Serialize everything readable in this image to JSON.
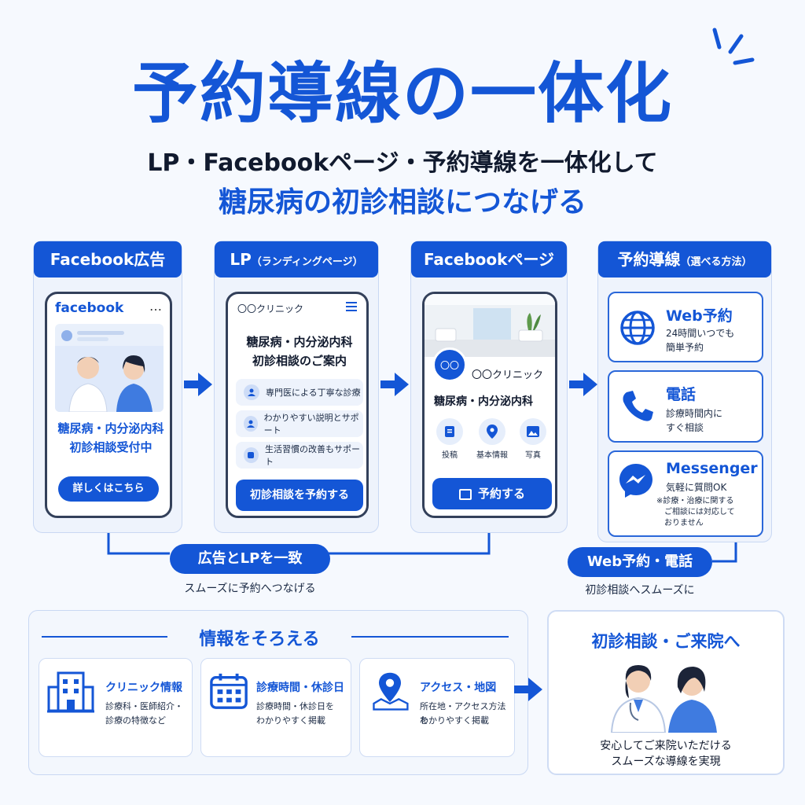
{
  "title": "予約導線の一体化",
  "subtitle_line1": "LP・Facebookページ・予約導線を一体化して",
  "subtitle_line2": "糖尿病の初診相談につなげる",
  "col1": {
    "header": "Facebook広告",
    "logo": "facebook",
    "menu": "…",
    "ad_text1": "糖尿病・内分泌内科",
    "ad_text2": "初診相談受付中",
    "button": "詳しくはこちら"
  },
  "col2": {
    "header": "LP",
    "header_small": "（ランディングページ）",
    "clinic": "〇〇クリニック",
    "heading1": "糖尿病・内分泌内科",
    "heading2": "初診相談のご案内",
    "items": [
      "専門医による丁寧な診療",
      "わかりやすい説明とサポート",
      "生活習慣の改善もサポート"
    ],
    "button": "初診相談を予約する"
  },
  "col3": {
    "header": "Facebookページ",
    "avatar": "〇〇",
    "clinic": "〇〇クリニック",
    "specialty": "糖尿病・内分泌内科",
    "tabs": [
      "投稿",
      "基本情報",
      "写真"
    ],
    "button": "予約する"
  },
  "col4": {
    "header": "予約導線",
    "header_small": "（選べる方法）",
    "options": [
      {
        "title": "Web予約",
        "desc1": "24時間いつでも",
        "desc2": "簡単予約",
        "desc3": "",
        "desc4": ""
      },
      {
        "title": "電話",
        "desc1": "診療時間内に",
        "desc2": "すぐ相談",
        "desc3": "",
        "desc4": ""
      },
      {
        "title": "Messenger",
        "desc1": "気軽に質問OK",
        "desc2": "※診療・治療に関する",
        "desc3": "ご相談には対応して",
        "desc4": "おりません"
      }
    ]
  },
  "link1": {
    "pill": "広告とLPを一致",
    "caption": "スムーズに予約へつなげる"
  },
  "link2": {
    "pill": "Web予約・電話",
    "caption": "初診相談へスムーズに"
  },
  "info": {
    "heading": "情報をそろえる",
    "cards": [
      {
        "title": "クリニック情報",
        "desc1": "診療科・医師紹介・",
        "desc2": "診療の特徴など"
      },
      {
        "title": "診療時間・休診日",
        "desc1": "診療時間・休診日を",
        "desc2": "わかりやすく掲載"
      },
      {
        "title": "アクセス・地図",
        "desc1": "所在地・アクセス方法を",
        "desc2": "わかりやすく掲載"
      }
    ]
  },
  "result": {
    "heading": "初診相談・ご来院へ",
    "text1": "安心してご来院いただける",
    "text2": "スムーズな導線を実現"
  },
  "colors": {
    "accent": "#1456d6",
    "panel": "#eef3fc",
    "background": "#f6f9fe"
  }
}
